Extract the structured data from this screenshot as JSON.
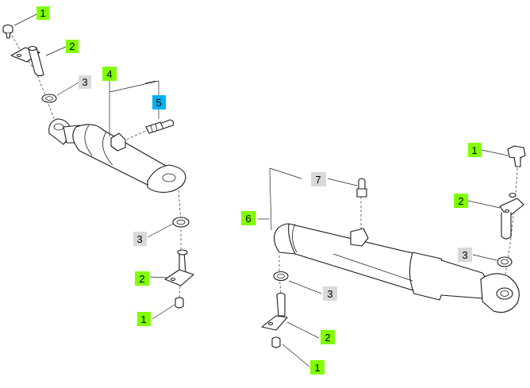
{
  "callouts": {
    "c1": {
      "text": "1",
      "color": "#7fff00"
    },
    "c2": {
      "text": "2",
      "color": "#7fff00"
    },
    "c3": {
      "text": "3",
      "color": "#d9d9d9"
    },
    "c4": {
      "text": "4",
      "color": "#7fff00"
    },
    "c5": {
      "text": "5",
      "color": "#00b0f0"
    },
    "c6": {
      "text": "3",
      "color": "#d9d9d9"
    },
    "c7": {
      "text": "2",
      "color": "#7fff00"
    },
    "c8": {
      "text": "1",
      "color": "#7fff00"
    },
    "c9": {
      "text": "6",
      "color": "#7fff00"
    },
    "c10": {
      "text": "7",
      "color": "#d9d9d9"
    },
    "c11": {
      "text": "3",
      "color": "#d9d9d9"
    },
    "c12": {
      "text": "2",
      "color": "#7fff00"
    },
    "c13": {
      "text": "1",
      "color": "#7fff00"
    },
    "c14": {
      "text": "1",
      "color": "#7fff00"
    },
    "c15": {
      "text": "2",
      "color": "#7fff00"
    },
    "c16": {
      "text": "3",
      "color": "#d9d9d9"
    }
  }
}
